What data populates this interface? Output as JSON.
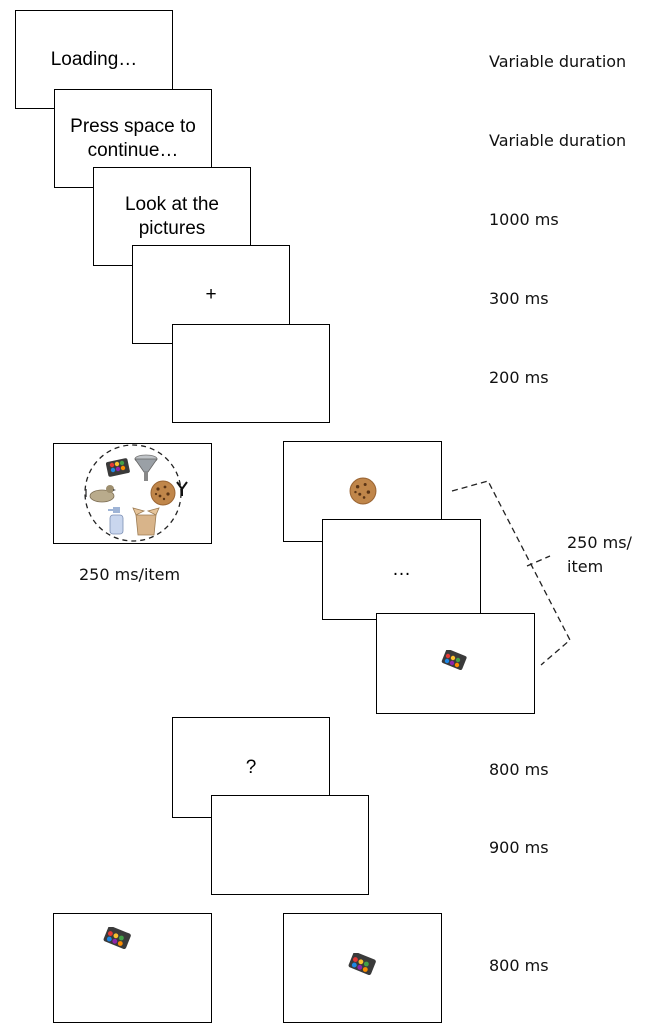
{
  "sequence": [
    {
      "screen_text": "Loading…",
      "duration": "Variable duration"
    },
    {
      "screen_text": "Press space to continue…",
      "duration": "Variable duration"
    },
    {
      "screen_text": "Look at the pictures",
      "duration": "1000 ms"
    },
    {
      "screen_text": "+",
      "duration": "300 ms"
    },
    {
      "screen_text": "",
      "duration": "200 ms"
    }
  ],
  "simultaneous": {
    "caption": "250 ms/item"
  },
  "serial": {
    "ellipsis": "…",
    "caption": "250 ms/\nitem"
  },
  "question": {
    "screen_text": "?",
    "duration": "800 ms"
  },
  "blank": {
    "duration": "900 ms"
  },
  "response": {
    "duration": "800 ms"
  },
  "icons": [
    "paint-palette",
    "funnel",
    "duck",
    "cookie",
    "spray-bottle",
    "cardboard-box",
    "letter-y"
  ]
}
